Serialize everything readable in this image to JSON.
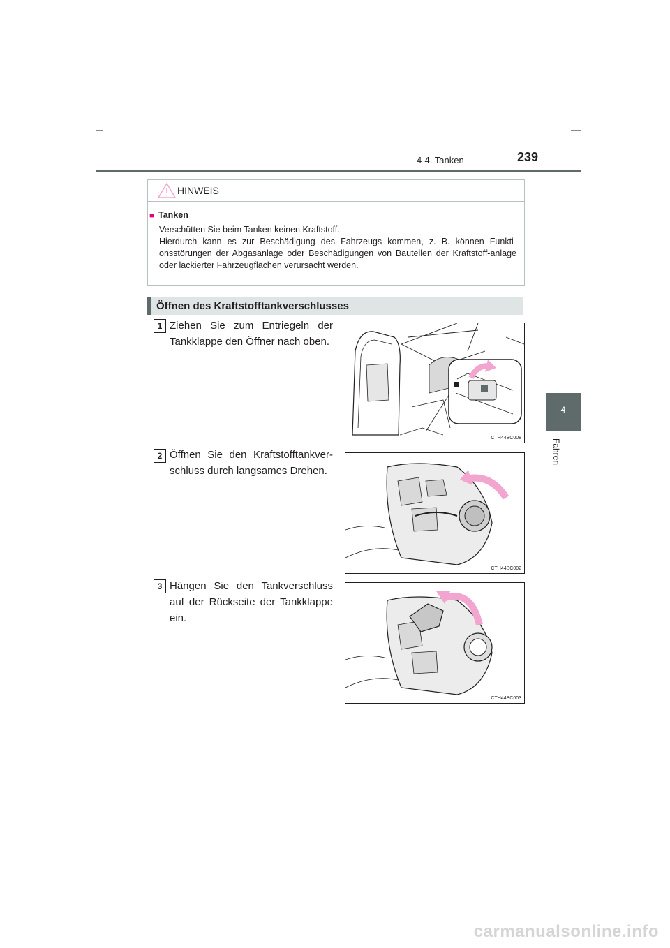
{
  "header": {
    "section": "4-4. Tanken",
    "page_number": "239"
  },
  "side_tab": {
    "number": "4",
    "label": "Fahren"
  },
  "notice": {
    "title": "HINWEIS",
    "bullet": "■",
    "subheading": "Tanken",
    "lines": [
      "Verschütten Sie beim Tanken keinen Kraftstoff.",
      "Hierdurch kann es zur Beschädigung des Fahrzeugs kommen, z. B. können Funkti-onsstörungen der Abgasanlage oder Beschädigungen von Bauteilen der Kraftstoff-anlage oder lackierter Fahrzeugflächen verursacht werden."
    ]
  },
  "section_heading": "Öffnen des Kraftstofftankverschlusses",
  "steps": [
    {
      "number": "1",
      "text": "Ziehen Sie zum Entriegeln der Tankklappe den Öffner nach oben.",
      "figure_code": "CTH44BC008"
    },
    {
      "number": "2",
      "text": "Öffnen Sie den Kraftstofftankver-schluss durch langsames Drehen.",
      "figure_code": "CTH44BC002"
    },
    {
      "number": "3",
      "text": "Hängen Sie den Tankverschluss auf der Rückseite der Tankklappe ein.",
      "figure_code": "CTH44BC003"
    }
  ],
  "colors": {
    "accent_gray": "#5f6a6a",
    "arrow_pink": "#f2a6cf",
    "bullet_magenta": "#e5007e"
  },
  "watermark": "carmanualsonline.info"
}
